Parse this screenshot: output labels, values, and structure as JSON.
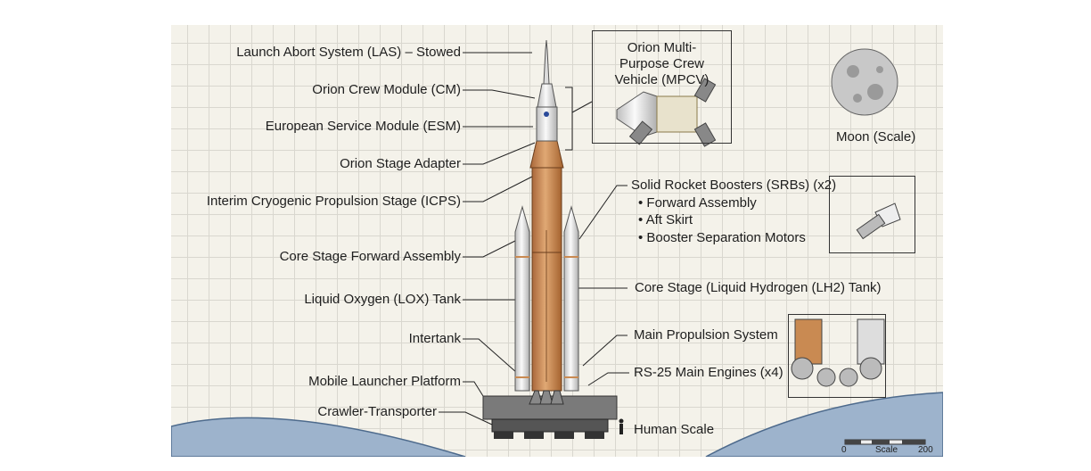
{
  "left_labels": [
    {
      "id": "las",
      "text": "Launch Abort System (LAS) – Stowed"
    },
    {
      "id": "cm",
      "text": "Orion Crew Module (CM)"
    },
    {
      "id": "esm",
      "text": "European Service Module (ESM)"
    },
    {
      "id": "osa",
      "text": "Orion Stage Adapter"
    },
    {
      "id": "icps",
      "text": "Interim Cryogenic Propulsion Stage (ICPS)"
    },
    {
      "id": "csfa",
      "text": "Core Stage Forward Assembly"
    },
    {
      "id": "lox",
      "text": "Liquid Oxygen (LOX) Tank"
    },
    {
      "id": "intertank",
      "text": "Intertank"
    },
    {
      "id": "mlp",
      "text": "Mobile Launcher Platform"
    },
    {
      "id": "crawler",
      "text": "Crawler-Transporter"
    }
  ],
  "right_labels": {
    "srb": "Solid Rocket Boosters (SRBs) (x2)",
    "srb_items": [
      "• Forward Assembly",
      "• Aft Skirt",
      "• Booster Separation Motors"
    ],
    "core_stage": "Core Stage (Liquid Hydrogen (LH2) Tank)",
    "mps": "Main Propulsion System",
    "rs25": "RS-25 Main Engines (x4)",
    "human": "Human Scale"
  },
  "insets": {
    "mpcv_title": "Orion Multi-Purpose Crew Vehicle (MPCV)",
    "moon": "Moon (Scale)"
  },
  "scale_bar": {
    "min": "0",
    "label": "Scale",
    "max": "200"
  },
  "colors": {
    "core": "#c98a52",
    "paper": "#f4f2ea",
    "ink": "#1e1e1e",
    "earth": "#8fa9c8"
  }
}
